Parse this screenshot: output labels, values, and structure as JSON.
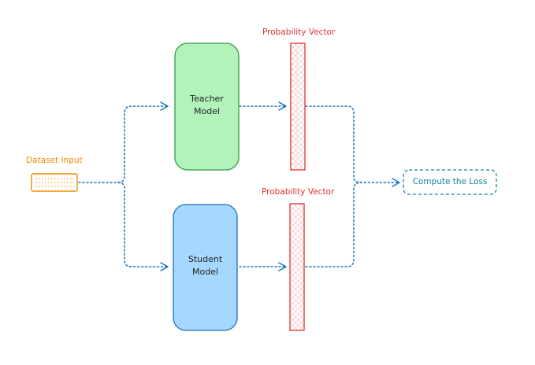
{
  "dataset": {
    "label": "Dataset Input"
  },
  "teacher": {
    "line1": "Teacher",
    "line2": "Model"
  },
  "student": {
    "line1": "Student",
    "line2": "Model"
  },
  "prob_top": {
    "label": "Probability Vector"
  },
  "prob_bottom": {
    "label": "Probability Vector"
  },
  "loss": {
    "label": "Compute the Loss"
  },
  "colors": {
    "dataset": "#f08c00",
    "teacher_fill": "#b2f2bb",
    "teacher_stroke": "#2f9e44",
    "student_fill": "#a5d8ff",
    "student_stroke": "#1971c2",
    "prob": "#e03131",
    "arrow": "#1971c2",
    "loss": "#0c8599"
  }
}
